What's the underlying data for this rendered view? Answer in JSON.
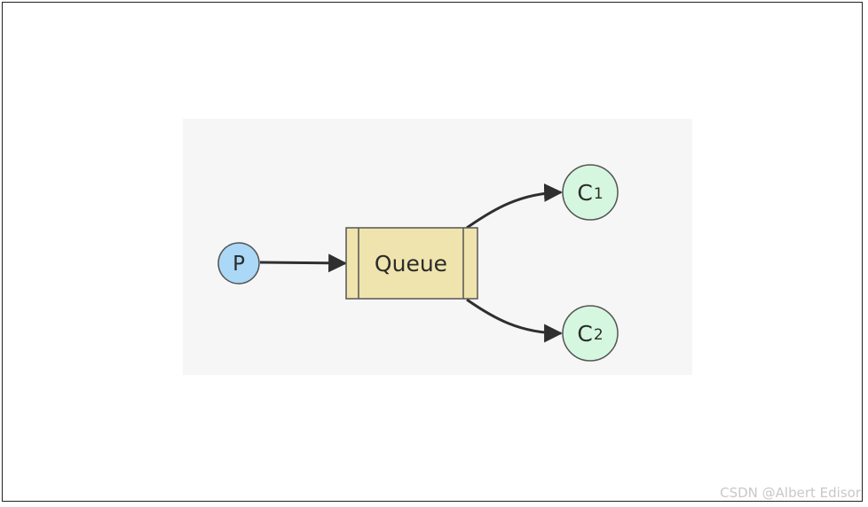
{
  "diagram": {
    "nodes": {
      "producer": {
        "label": "P",
        "fill": "#aad8f6"
      },
      "queue": {
        "label": "Queue",
        "fill": "#efe4ad"
      },
      "consumer_1": {
        "label": "C",
        "subscript": "1",
        "fill": "#d6f7df"
      },
      "consumer_2": {
        "label": "C",
        "subscript": "2",
        "fill": "#d6f7df"
      }
    },
    "edges": [
      {
        "from": "producer",
        "to": "queue"
      },
      {
        "from": "queue",
        "to": "consumer_1"
      },
      {
        "from": "queue",
        "to": "consumer_2"
      }
    ],
    "colors": {
      "stroke": "#444444",
      "edge": "#2f2f2f",
      "background": "#f6f6f6"
    }
  },
  "watermark": "CSDN @Albert Edisor"
}
